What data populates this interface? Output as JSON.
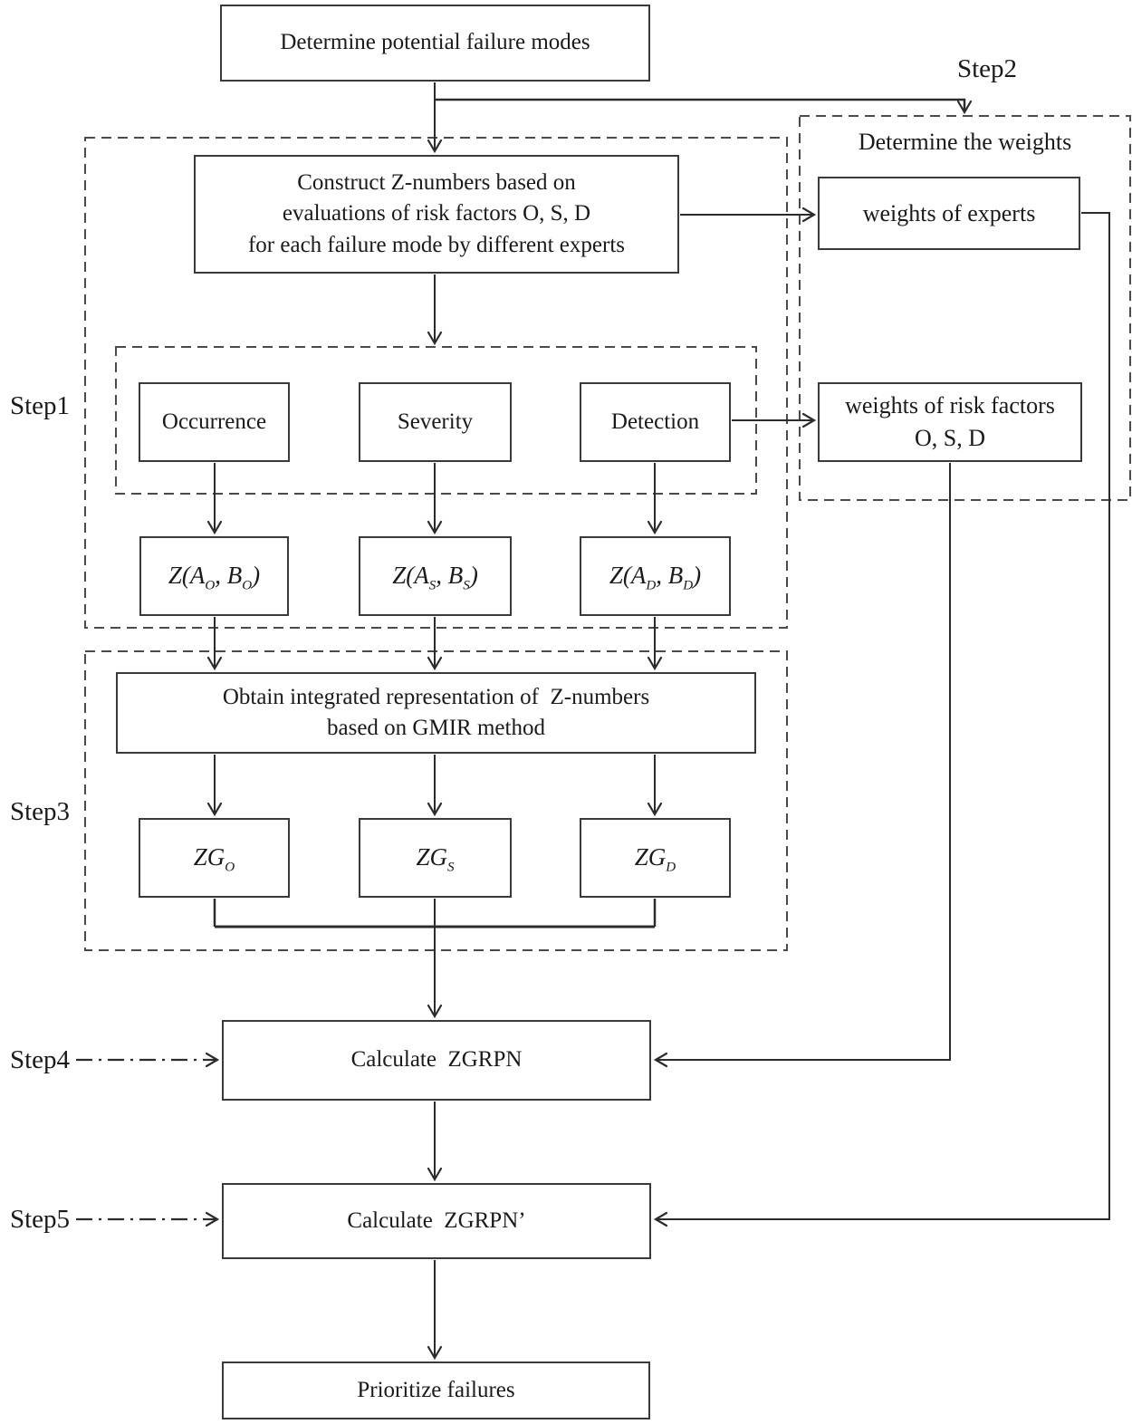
{
  "diagram": {
    "labels": {
      "step1": "Step1",
      "step2": "Step2",
      "step3": "Step3",
      "step4": "Step4",
      "step5": "Step5"
    },
    "nodes": {
      "determine_failure_modes": "Determine potential failure modes",
      "construct_line1": "Construct Z-numbers based on",
      "construct_line2": "evaluations of risk factors O, S, D",
      "construct_line3": "for each failure mode by different experts",
      "occurrence": "Occurrence",
      "severity": "Severity",
      "detection": "Detection",
      "obtain_line1": "Obtain integrated representation of  Z-numbers",
      "obtain_line2": "based on GMIR method",
      "calculate_zgrpn": "Calculate  ZGRPN",
      "calculate_zgrpn_prime": "Calculate  ZGRPN’",
      "prioritize": "Prioritize failures",
      "determine_weights": "Determine the weights",
      "weights_of_experts": "weights of experts",
      "weights_of_risk_factors_line1": "weights of risk factors",
      "weights_of_risk_factors_line2": "O, S, D"
    },
    "math": {
      "z_o": {
        "p1": "Z(A",
        "s1": "O",
        "p2": ", B",
        "s2": "O",
        "p3": ")"
      },
      "z_s": {
        "p1": "Z(A",
        "s1": "S",
        "p2": ", B",
        "s2": "S",
        "p3": ")"
      },
      "z_d": {
        "p1": "Z(A",
        "s1": "D",
        "p2": ", B",
        "s2": "D",
        "p3": ")"
      },
      "zg_o": {
        "p1": "ZG",
        "s1": "O"
      },
      "zg_s": {
        "p1": "ZG",
        "s1": "S"
      },
      "zg_d": {
        "p1": "ZG",
        "s1": "D"
      }
    },
    "colors": {
      "line": "#2b2b2b",
      "box_border": "#3a3a3a",
      "dashed_border": "#4a4a4a",
      "background": "#ffffff",
      "text": "#1a1a1a"
    }
  }
}
